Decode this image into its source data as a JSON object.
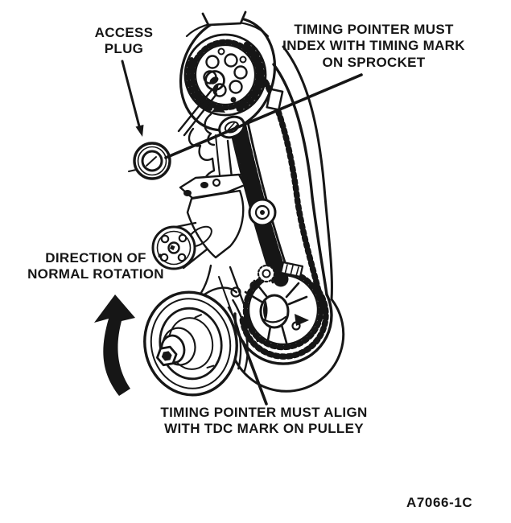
{
  "page": {
    "background": "#ffffff",
    "ink": "#161616"
  },
  "figure": {
    "code": "A7066-1C",
    "labels": {
      "access_plug": "ACCESS\nPLUG",
      "sprocket_note": "TIMING POINTER MUST\nINDEX WITH TIMING MARK\nON SPROCKET",
      "rotation_note": "DIRECTION OF\nNORMAL ROTATION",
      "pulley_note": "TIMING POINTER MUST ALIGN\nWITH TDC MARK ON PULLEY"
    },
    "parts": [
      "camshaft-sprocket",
      "timing-cover",
      "timing-belt",
      "access-plug",
      "water-pump",
      "tensioner-pulley",
      "crankshaft-sprocket",
      "crankshaft-pulley",
      "rotation-arrow"
    ]
  }
}
